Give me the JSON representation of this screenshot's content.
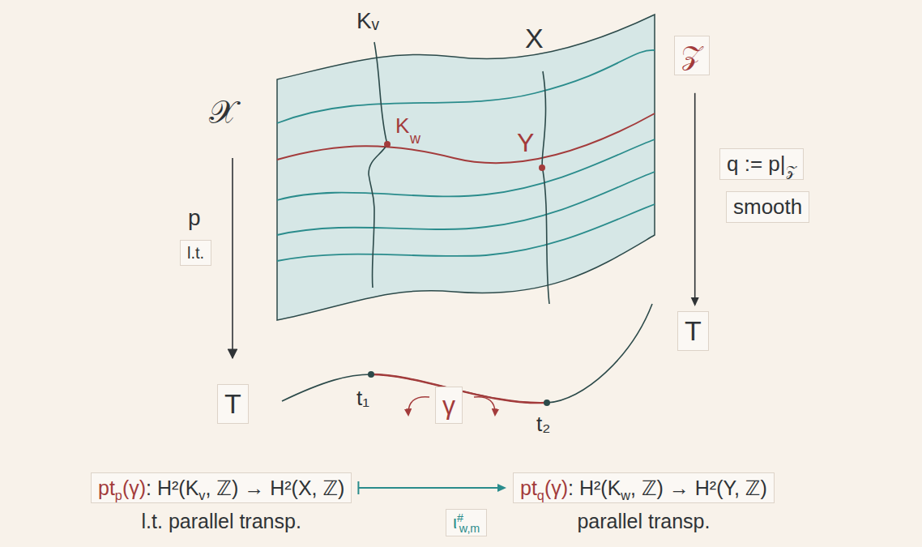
{
  "diagram": {
    "nodes": [
      {
        "text": [
          "𝒵"
        ]
      },
      {
        "text": [
          "q := p|",
          "𝒵"
        ]
      },
      {
        "text": [
          "smooth"
        ]
      },
      {
        "text": [
          "T"
        ]
      },
      {
        "text": [
          "l.t."
        ]
      },
      {
        "text": [
          "T"
        ]
      },
      {
        "text": [
          "γ"
        ]
      },
      {
        "text": [
          "pt",
          "p",
          "(γ)",
          ": H²(K",
          "v",
          ", ℤ) → H²(X, ℤ)",
          "l.t. parallel transp."
        ]
      },
      {
        "text": [
          "ι",
          "#",
          "w,m"
        ]
      },
      {
        "text": [
          "pt",
          "q",
          "(γ)",
          ": H²(K",
          "w",
          ", ℤ) → H²(Y, ℤ)",
          "parallel transp."
        ]
      }
    ],
    "edges": [
      {
        "from": 0,
        "to": 3,
        "arrow": "to"
      },
      {
        "from": 7,
        "to": 9,
        "arrow": "to"
      }
    ],
    "labels": [
      "Kᵥ",
      "X",
      "𝒳",
      "K",
      "w",
      "Y",
      "p",
      "t₁",
      "t₂"
    ]
  }
}
